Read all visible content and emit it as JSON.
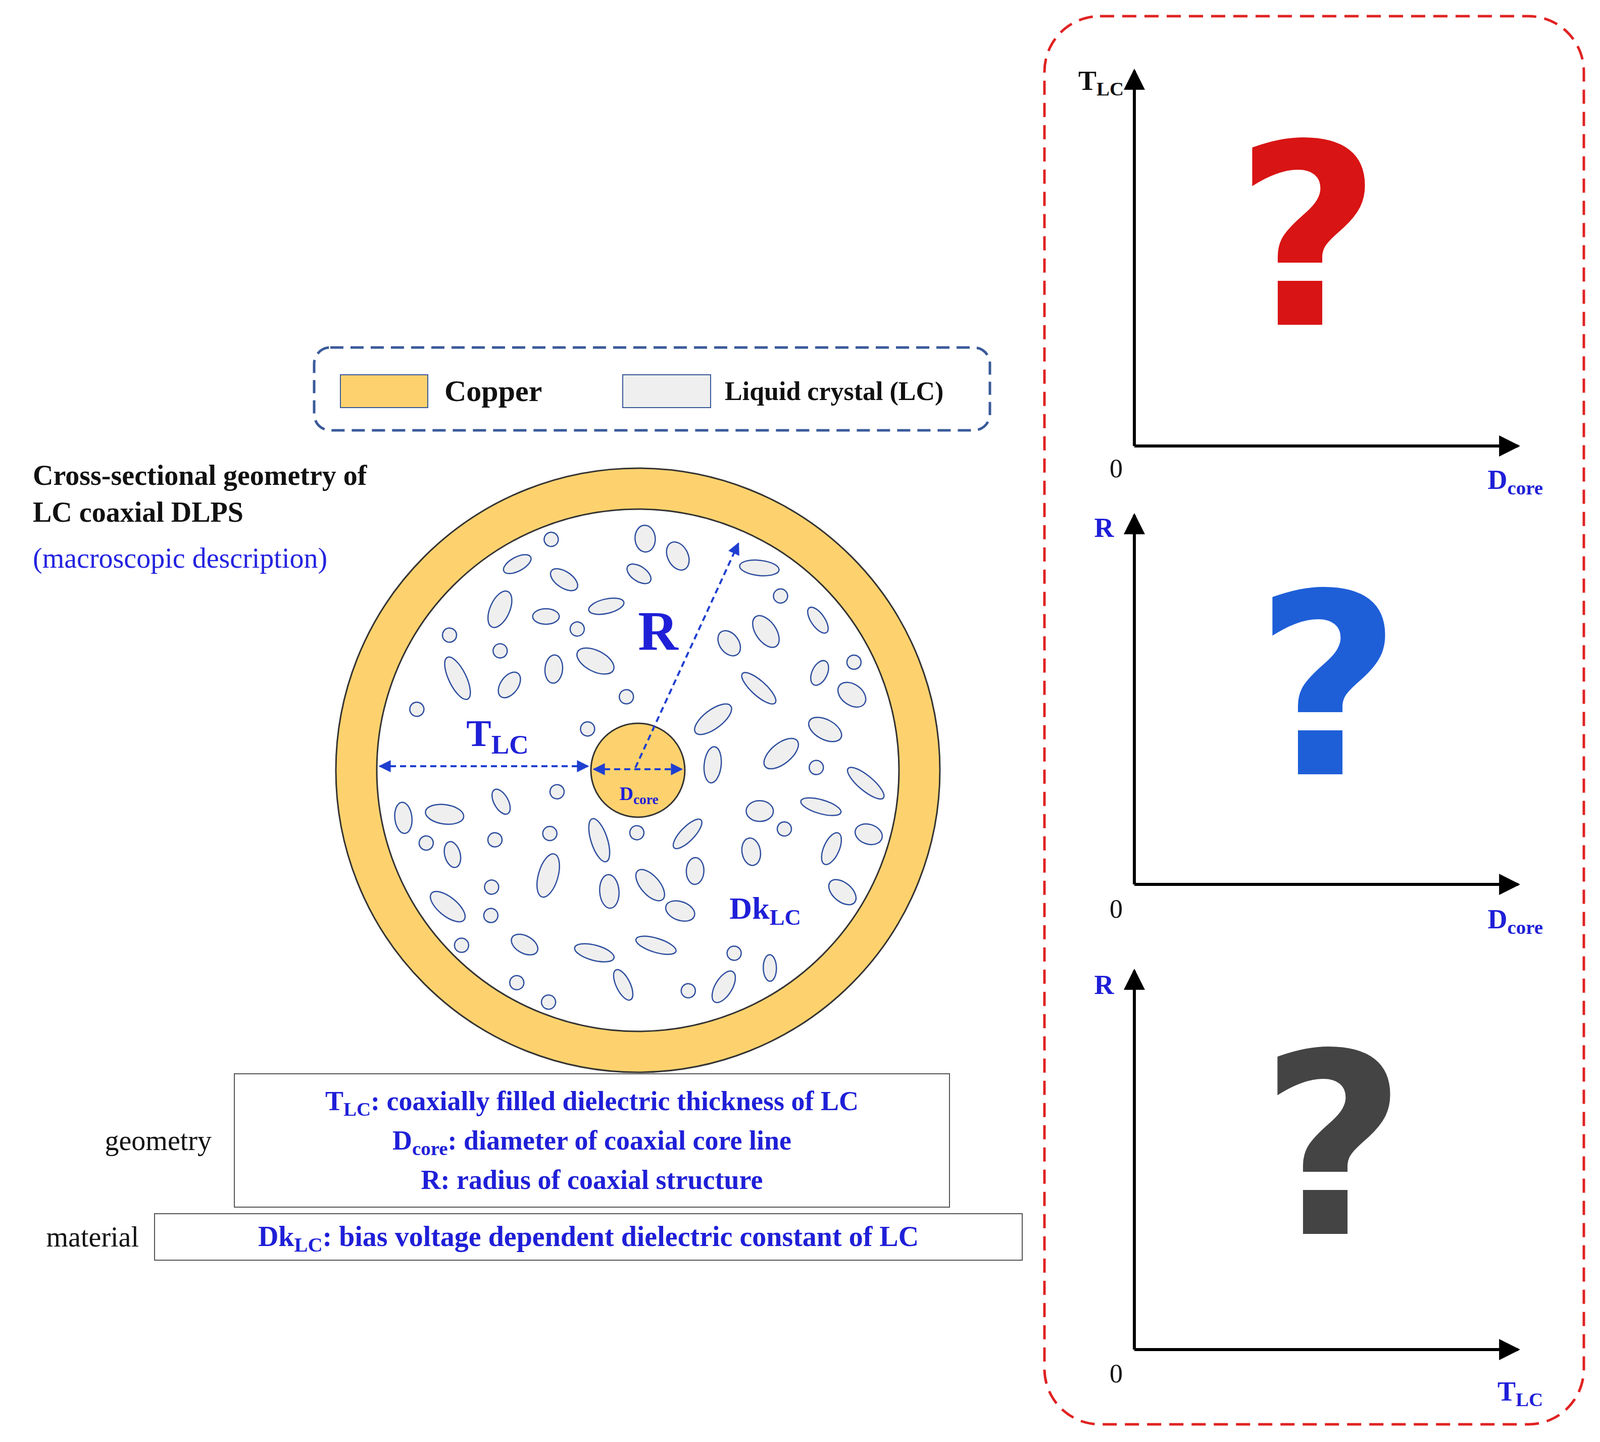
{
  "diagram": {
    "nodes": [
      {
        "text": [
          "geometry",
          "TLC: coaxially filled dielectric thickness of LC",
          "Dcore: diameter of coaxial core line",
          "R: radius of coaxial structure"
        ]
      },
      {
        "text": [
          "material",
          "DkLC: bias voltage dependent dielectric constant of LC"
        ]
      }
    ],
    "labels": [
      "Cross-sectional geometry of LC coaxial DLPS",
      "(macroscopic description)",
      "R",
      "TLC",
      "Dcore",
      "DkLC",
      "TLC",
      "0",
      "Dcore",
      "?",
      "R",
      "0",
      "Dcore",
      "?",
      "R",
      "0",
      "TLC",
      "?"
    ],
    "legend": [
      {
        "text": "Copper",
        "color": "#fdd26e"
      },
      {
        "text": "Liquid crystal (LC)",
        "color": "#efefef"
      }
    ]
  }
}
